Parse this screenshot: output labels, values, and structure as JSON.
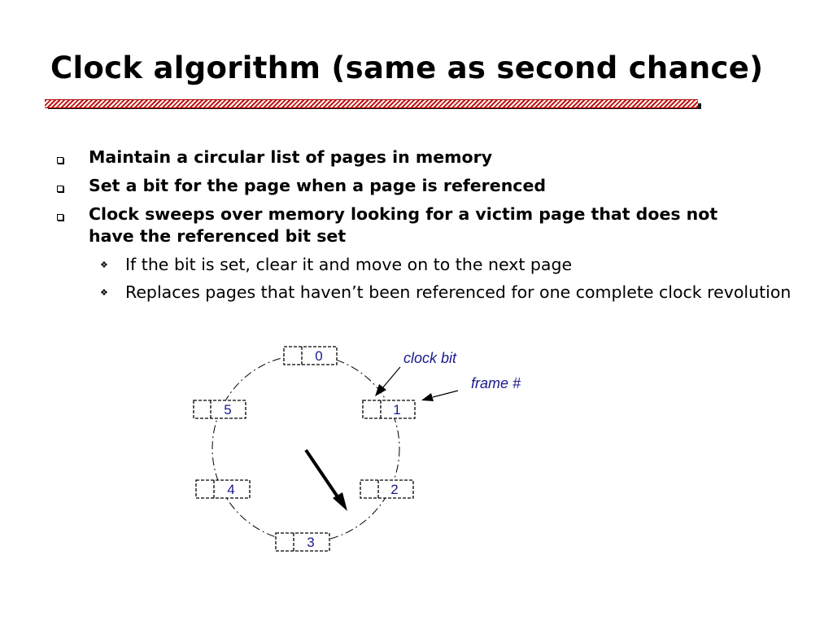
{
  "slide": {
    "title": "Clock algorithm (same as second chance)"
  },
  "bullets": [
    {
      "text": "Maintain a circular list of pages in memory"
    },
    {
      "text": "Set a bit for the page when a page is referenced"
    },
    {
      "text": "Clock sweeps over memory looking for a victim page that does not have the referenced bit set"
    }
  ],
  "sub_bullets": [
    {
      "text": "If the bit is set, clear it and move on to the next page"
    },
    {
      "text": "Replaces pages that haven’t been referenced for one complete clock revolution"
    }
  ],
  "diagram": {
    "frames": [
      "0",
      "1",
      "2",
      "3",
      "4",
      "5"
    ],
    "annotations": {
      "clock_bit": "clock bit",
      "frame_number": "frame #"
    },
    "colors": {
      "label": "#1a1a8c",
      "line": "#000000",
      "title_rule": "#c21414"
    }
  }
}
